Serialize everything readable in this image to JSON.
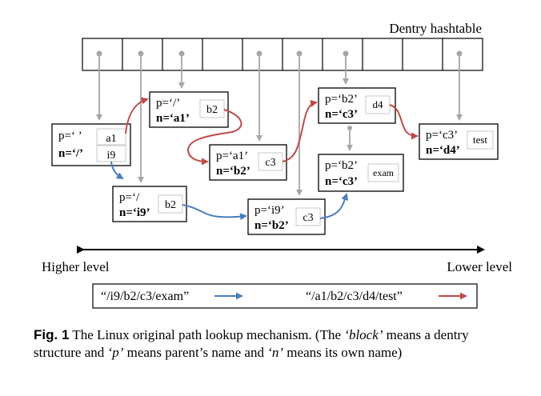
{
  "hashtable": {
    "title": "Dentry hashtable",
    "slot_count": 10
  },
  "dentries": [
    {
      "id": "root",
      "p": "p=‘ ’",
      "n": "n=‘/’",
      "children": [
        "a1",
        "i9"
      ]
    },
    {
      "id": "a1",
      "p": "p=‘/’",
      "n": "n=‘a1’",
      "children": [
        "b2"
      ]
    },
    {
      "id": "i9",
      "p": "p=‘/",
      "n": "n=‘i9’",
      "children": [
        "b2"
      ]
    },
    {
      "id": "a1b2",
      "p": "p=‘a1’",
      "n": "n=‘b2’",
      "children": [
        "c3"
      ]
    },
    {
      "id": "i9b2",
      "p": "p=‘i9’",
      "n": "n=‘b2’",
      "children": [
        "c3"
      ]
    },
    {
      "id": "c3d4",
      "p": "p=‘b2’",
      "n": "n=‘c3’",
      "children": [
        "d4"
      ]
    },
    {
      "id": "c3exam",
      "p": "p=‘b2’",
      "n": "n=‘c3’",
      "children": [
        "exam"
      ]
    },
    {
      "id": "d4",
      "p": "p=‘c3’",
      "n": "n=‘d4’",
      "children": [
        "test"
      ]
    }
  ],
  "level_axis": {
    "left_label": "Higher level",
    "right_label": "Lower level"
  },
  "legend": {
    "blue_path": "“/i9/b2/c3/exam”",
    "red_path": "“/a1/b2/c3/d4/test”",
    "blue_color": "#4a7ebb",
    "red_color": "#be4b48"
  },
  "colors": {
    "pointer": "#a6a6a6",
    "child_border": "#c9c9c9"
  },
  "caption": {
    "fig_label": "Fig. 1",
    "t1": " The Linux original path lookup mechanism. (The ",
    "block": "‘block’",
    "t2": " means a dentry structure and ",
    "p": "‘p’",
    "t3": " means parent’s name and ",
    "n": "‘n’",
    "t4": " means its own name)"
  }
}
